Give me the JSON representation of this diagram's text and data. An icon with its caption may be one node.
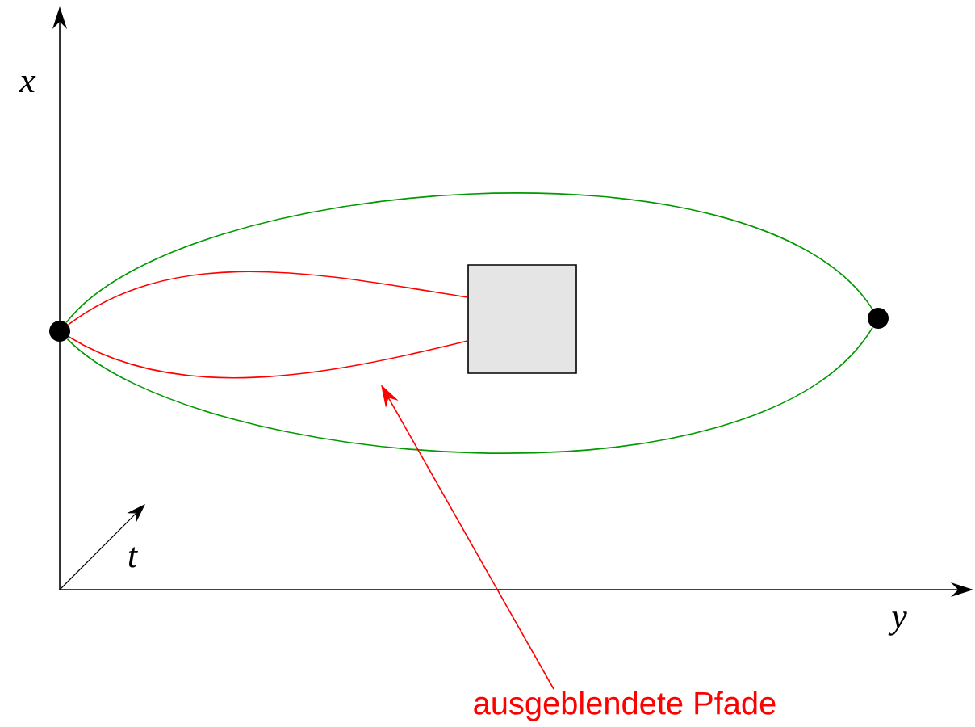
{
  "diagram": {
    "nodes": [
      {
        "text": [],
        "shape": "circle"
      },
      {
        "text": [],
        "shape": "box"
      },
      {
        "text": [],
        "shape": "circle"
      },
      {
        "text": [
          "ausgeblendete Pfade"
        ]
      }
    ],
    "edges": [
      {
        "from": 0,
        "to": 2,
        "arrow": "none",
        "color": "#009900"
      },
      {
        "from": 0,
        "to": 2,
        "arrow": "none",
        "color": "#009900"
      },
      {
        "from": 0,
        "to": 1,
        "arrow": "none",
        "color": "#ff0000"
      },
      {
        "from": 0,
        "to": 1,
        "arrow": "none",
        "color": "#ff0000"
      },
      {
        "from": 3,
        "to": null,
        "arrow": "to",
        "color": "#ff0000"
      }
    ],
    "labels": [
      "x",
      "y",
      "t"
    ]
  }
}
